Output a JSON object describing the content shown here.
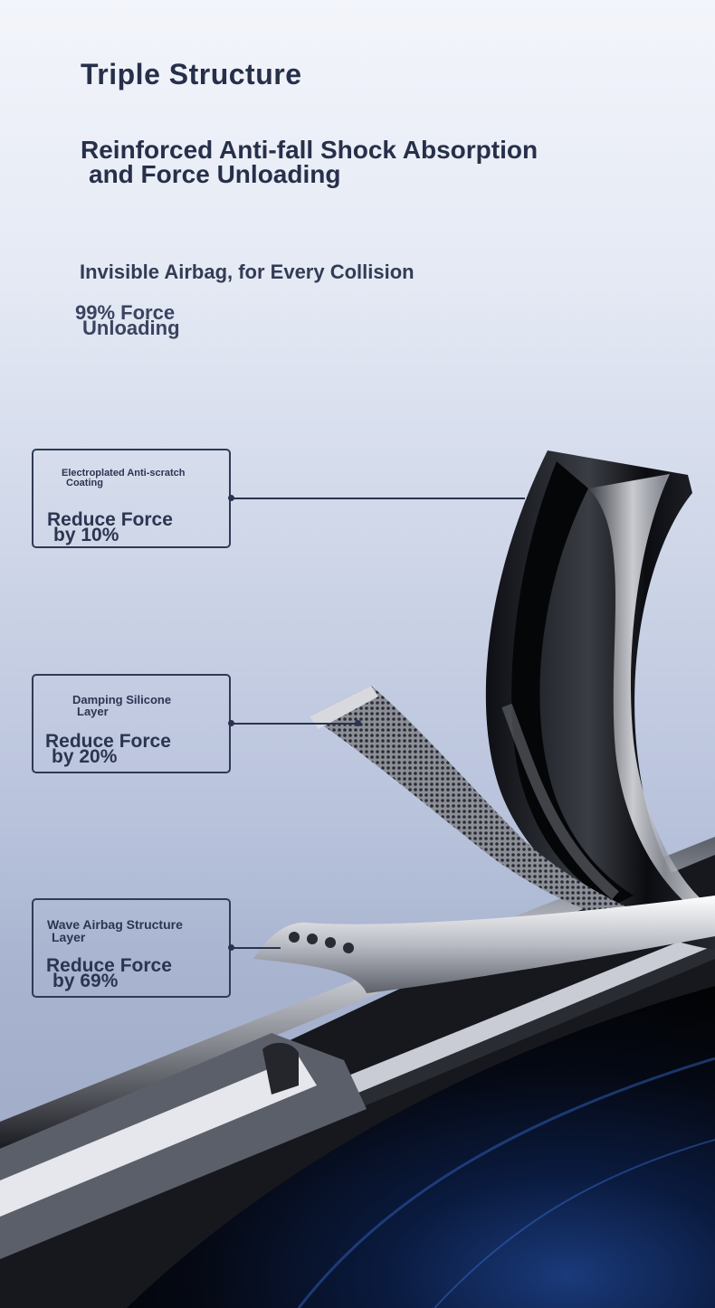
{
  "header": {
    "title": "Triple Structure",
    "subtitle_line1": "Reinforced Anti-fall Shock Absorption",
    "subtitle_line2": "and Force Unloading",
    "tagline": "Invisible Airbag, for Every Collision",
    "force_line1": "99% Force",
    "force_line2": "Unloading"
  },
  "callouts": [
    {
      "name_line1": "Electroplated Anti-scratch",
      "name_line2": "Coating",
      "reduce_line1": "Reduce Force",
      "reduce_line2": "by 10%"
    },
    {
      "name_line1": "Damping Silicone",
      "name_line2": "Layer",
      "reduce_line1": "Reduce Force",
      "reduce_line2": "by 20%"
    },
    {
      "name_line1": "Wave Airbag Structure",
      "name_line2": "Layer",
      "reduce_line1": "Reduce Force",
      "reduce_line2": "by 69%"
    }
  ],
  "colors": {
    "text": "#2a3450",
    "border": "#2f3a55",
    "background_top": "#f3f5fb",
    "background_bottom": "#9aa6c2"
  }
}
